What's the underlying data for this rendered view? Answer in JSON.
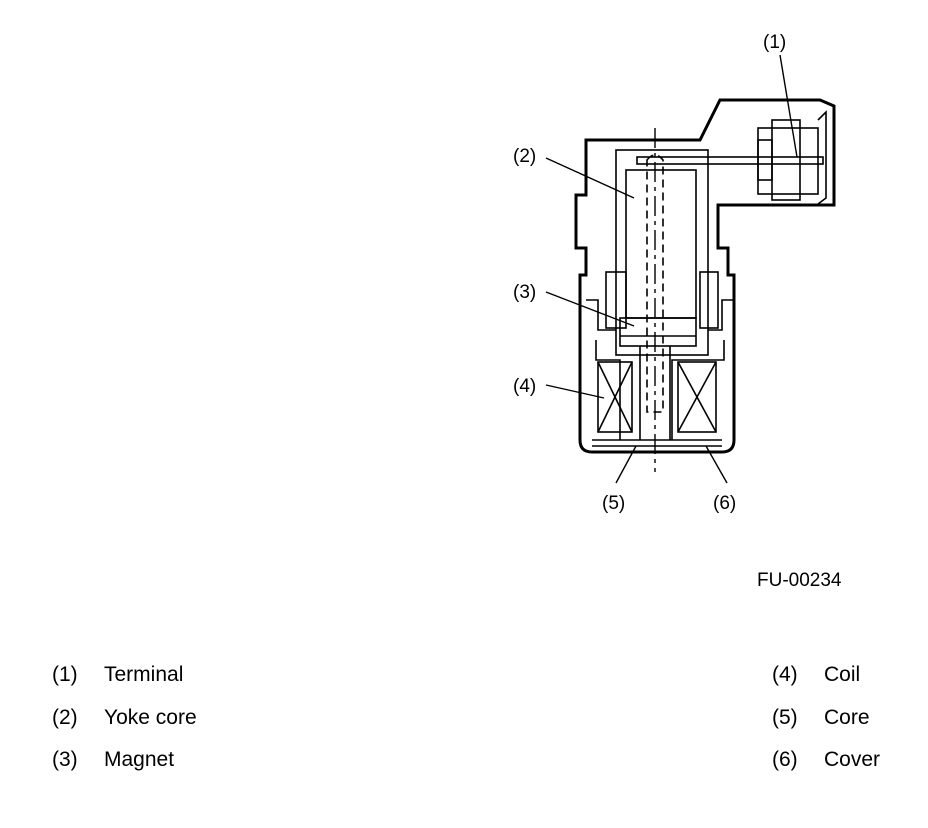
{
  "diagram": {
    "figure_id": "FU-00234",
    "callouts": [
      "(1)",
      "(2)",
      "(3)",
      "(4)",
      "(5)",
      "(6)"
    ]
  },
  "legend": [
    {
      "number": "(1)",
      "label": "Terminal"
    },
    {
      "number": "(2)",
      "label": "Yoke core"
    },
    {
      "number": "(3)",
      "label": "Magnet"
    },
    {
      "number": "(4)",
      "label": "Coil"
    },
    {
      "number": "(5)",
      "label": "Core"
    },
    {
      "number": "(6)",
      "label": "Cover"
    }
  ]
}
